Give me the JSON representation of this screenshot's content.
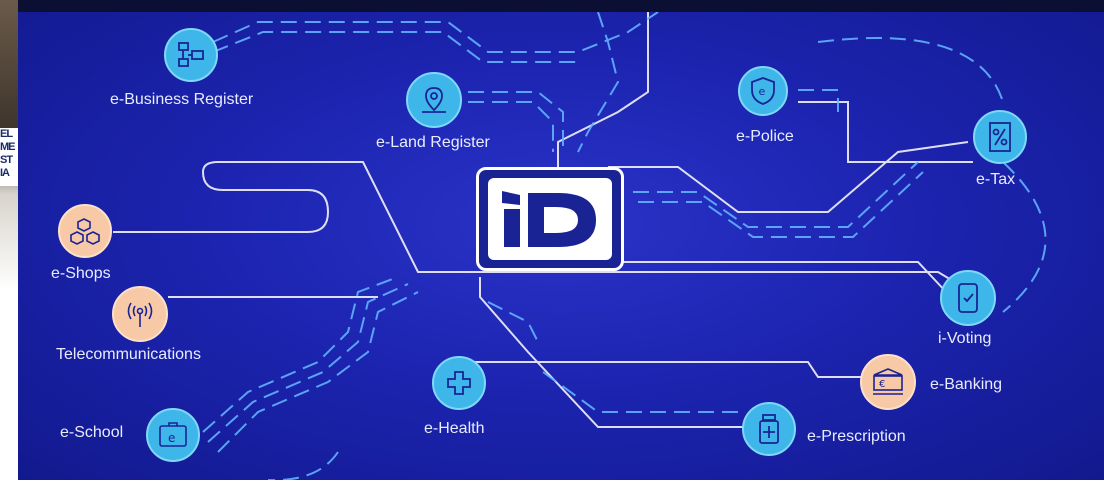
{
  "logo": {
    "text": "iD"
  },
  "side_logo_lines": [
    "EL",
    "ME",
    "ST",
    "IA"
  ],
  "services": {
    "business": "e-Business Register",
    "land": "e-Land Register",
    "police": "e-Police",
    "tax": "e-Tax",
    "shops": "e-Shops",
    "telecom": "Telecommunications",
    "voting": "i-Voting",
    "banking": "e-Banking",
    "school": "e-School",
    "health": "e-Health",
    "prescription": "e-Prescription"
  },
  "colors": {
    "background": "#1c24b0",
    "node_cyan": "#3fb6ea",
    "node_peach": "#f8c9a6",
    "line": "#ffffff",
    "dashed": "#5fb0ff"
  },
  "icons": {
    "business": "org-chart-icon",
    "land": "map-pin-icon",
    "police": "shield-icon",
    "tax": "percent-document-icon",
    "shops": "boxes-icon",
    "telecom": "antenna-icon",
    "voting": "phone-check-icon",
    "banking": "bank-icon",
    "school": "id-card-icon",
    "health": "medical-cross-icon",
    "prescription": "medicine-bottle-icon"
  }
}
